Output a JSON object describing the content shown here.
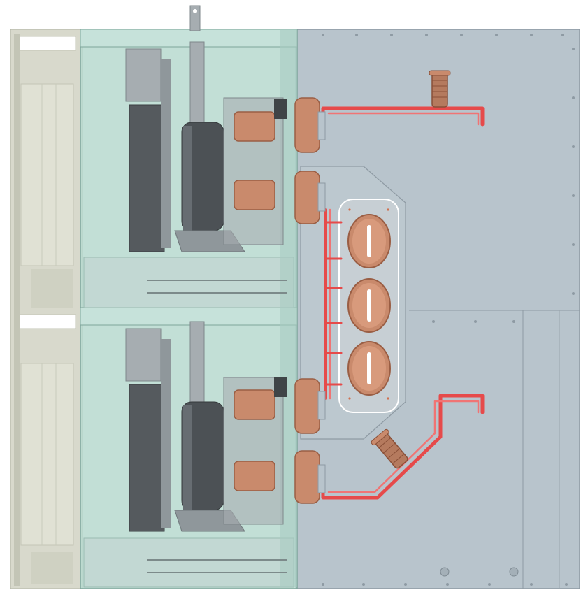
{
  "drawing": {
    "subject": "",
    "views": [
      "upper-compartment",
      "lower-compartment",
      "busbar-chamber",
      "cable-chamber"
    ]
  },
  "colors": {
    "background": "#ffffff",
    "rear_panel": "#b8c4cc",
    "rear_panel_edge": "#8e9aa3",
    "front_door_glass": "#b7d9cf",
    "front_door_edge": "#7fa59b",
    "side_frame": "#d8d9cc",
    "breaker_body": "#555a5e",
    "steel": "#a6adb1",
    "copper": "#c98a6c",
    "copper_dark": "#9a5e44",
    "busbar_red": "#e64a4a",
    "insulator_chamber": "#c7cfd4"
  },
  "components": {
    "upper_breaker_contacts": 2,
    "lower_breaker_contacts": 2,
    "main_busbar_insulators": 3,
    "surge_arresters": 2
  },
  "icons": [
    "bushing-icon",
    "insulator-icon",
    "arrester-icon"
  ]
}
